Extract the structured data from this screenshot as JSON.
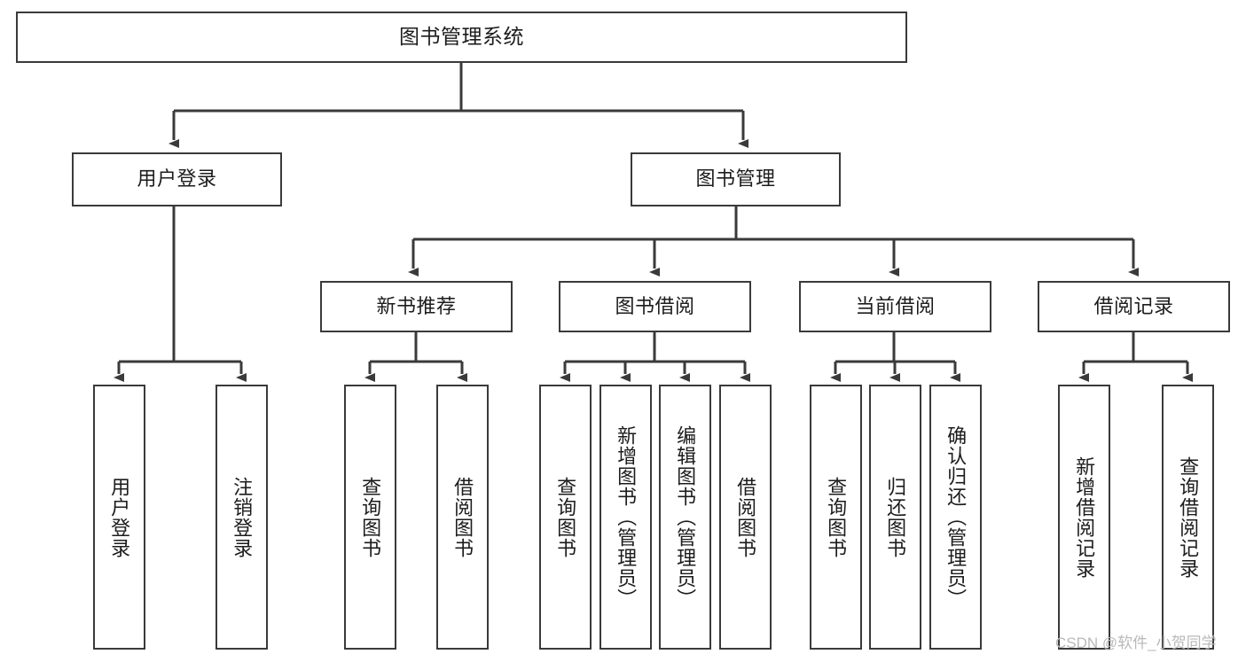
{
  "diagram": {
    "title_node": {
      "id": "root",
      "label": "图书管理系统"
    },
    "level1": [
      {
        "id": "user-login",
        "label": "用户登录"
      },
      {
        "id": "book-management",
        "label": "图书管理"
      }
    ],
    "level2": [
      {
        "id": "new-book-recommend",
        "label": "新书推荐"
      },
      {
        "id": "book-borrow",
        "label": "图书借阅"
      },
      {
        "id": "current-borrow",
        "label": "当前借阅"
      },
      {
        "id": "borrow-record",
        "label": "借阅记录"
      }
    ],
    "leaves": {
      "user_login": [
        {
          "id": "leaf-user-login",
          "label": "用户登录"
        },
        {
          "id": "leaf-logout-login",
          "label": "注销登录"
        }
      ],
      "new_book_recommend": [
        {
          "id": "leaf-query-book-1",
          "label": "查询图书"
        },
        {
          "id": "leaf-borrow-book-1",
          "label": "借阅图书"
        }
      ],
      "book_borrow": [
        {
          "id": "leaf-query-book-2",
          "label": "查询图书"
        },
        {
          "id": "leaf-add-book",
          "label": "新增图书（管理员）"
        },
        {
          "id": "leaf-edit-book",
          "label": "编辑图书（管理员）"
        },
        {
          "id": "leaf-borrow-book-2",
          "label": "借阅图书"
        }
      ],
      "current_borrow": [
        {
          "id": "leaf-query-book-3",
          "label": "查询图书"
        },
        {
          "id": "leaf-return-book",
          "label": "归还图书"
        },
        {
          "id": "leaf-confirm-return",
          "label": "确认归还（管理员）"
        }
      ],
      "borrow_record": [
        {
          "id": "leaf-add-record",
          "label": "新增借阅记录"
        },
        {
          "id": "leaf-query-record",
          "label": "查询借阅记录"
        }
      ]
    },
    "watermark": "CSDN @软件_小贺同学",
    "colors": {
      "stroke": "#3a3a3a",
      "fill": "#ffffff",
      "text": "#1c1c1c",
      "watermark": "#b9b9b9",
      "background": "#ffffff"
    }
  }
}
